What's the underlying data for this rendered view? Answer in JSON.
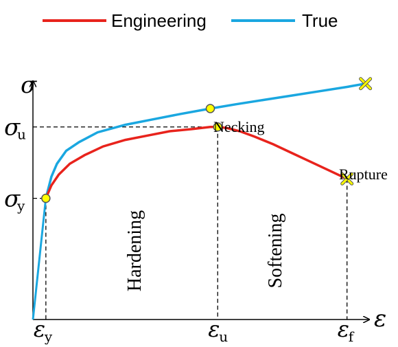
{
  "chart_data": {
    "type": "line",
    "legend": [
      {
        "name": "Engineering",
        "color": "#e8231c"
      },
      {
        "name": "True",
        "color": "#1aa7e0"
      }
    ],
    "legend_position": "top",
    "x_axis_symbol": "ε",
    "y_axis_symbol": "σ",
    "x_ticks": [
      {
        "id": "ey",
        "symbol": "ε",
        "sub": "y",
        "value": 0.07
      },
      {
        "id": "eu",
        "symbol": "ε",
        "sub": "u",
        "value": 1.0
      },
      {
        "id": "ef",
        "symbol": "ε",
        "sub": "f",
        "value": 1.7
      }
    ],
    "y_ticks": [
      {
        "id": "sy",
        "symbol": "σ",
        "sub": "y",
        "value": 0.56
      },
      {
        "id": "su",
        "symbol": "σ",
        "sub": "u",
        "value": 0.89
      }
    ],
    "xlim": [
      0,
      1.95
    ],
    "ylim": [
      0,
      1.14
    ],
    "grid": false,
    "series": [
      {
        "name": "Engineering",
        "color": "#e8231c",
        "x": [
          0.07,
          0.1,
          0.14,
          0.2,
          0.28,
          0.38,
          0.5,
          0.62,
          0.74,
          0.86,
          0.96,
          1.0,
          1.05,
          1.12,
          1.2,
          1.3,
          1.4,
          1.5,
          1.6,
          1.7
        ],
        "y": [
          0.56,
          0.62,
          0.67,
          0.72,
          0.76,
          0.8,
          0.83,
          0.85,
          0.87,
          0.88,
          0.89,
          0.89,
          0.885,
          0.87,
          0.845,
          0.81,
          0.77,
          0.73,
          0.69,
          0.65
        ]
      },
      {
        "name": "True",
        "color": "#1aa7e0",
        "x": [
          0.07,
          0.1,
          0.13,
          0.18,
          0.25,
          0.35,
          0.5,
          0.65,
          0.8,
          0.96,
          1.1,
          1.25,
          1.4,
          1.55,
          1.7,
          1.8
        ],
        "y": [
          0.56,
          0.66,
          0.72,
          0.78,
          0.82,
          0.865,
          0.9,
          0.925,
          0.95,
          0.975,
          0.995,
          1.015,
          1.035,
          1.055,
          1.075,
          1.09
        ]
      }
    ],
    "elastic_segment": {
      "x": [
        0.0,
        0.07
      ],
      "y": [
        0.0,
        0.56
      ]
    },
    "markers": [
      {
        "id": "yield",
        "type": "circle",
        "x": 0.07,
        "y": 0.56
      },
      {
        "id": "necking-eng",
        "type": "circle",
        "x": 1.0,
        "y": 0.89
      },
      {
        "id": "necking-true",
        "type": "circle",
        "x": 0.96,
        "y": 0.975
      },
      {
        "id": "rupture-eng",
        "type": "cross",
        "x": 1.7,
        "y": 0.65
      },
      {
        "id": "rupture-true",
        "type": "cross",
        "x": 1.8,
        "y": 1.09
      }
    ],
    "annotations": {
      "necking": "Necking",
      "rupture": "Rupture",
      "hardening": "Hardening",
      "softening": "Softening"
    },
    "colors": {
      "marker_fill": "#ffff00",
      "marker_stroke": "#555555",
      "axis": "#000000"
    }
  }
}
